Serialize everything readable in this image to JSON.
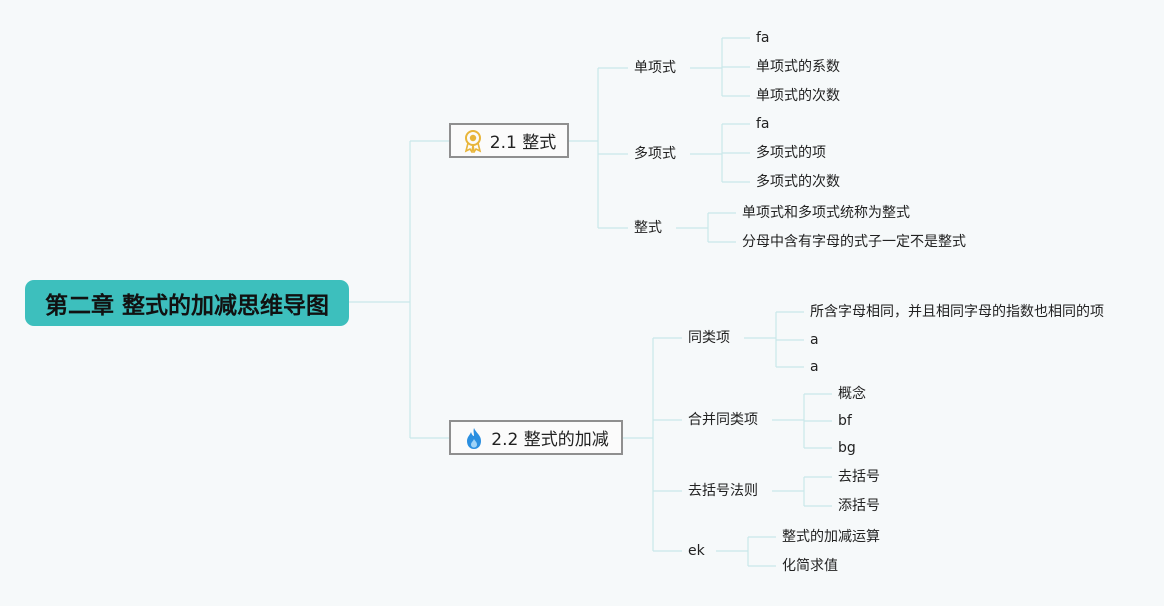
{
  "root": {
    "title": "第二章 整式的加减思维导图"
  },
  "branch1": {
    "title": "2.1 整式",
    "icon": "award-medal-icon",
    "sub1": {
      "label": "单项式",
      "leaves": [
        "fa",
        "单项式的系数",
        "单项式的次数"
      ]
    },
    "sub2": {
      "label": "多项式",
      "leaves": [
        "fa",
        "多项式的项",
        "多项式的次数"
      ]
    },
    "sub3": {
      "label": "整式",
      "leaves": [
        "单项式和多项式统称为整式",
        "分母中含有字母的式子一定不是整式"
      ]
    }
  },
  "branch2": {
    "title": "2.2 整式的加减",
    "icon": "flame-icon",
    "sub1": {
      "label": "同类项",
      "leaves": [
        "所含字母相同，并且相同字母的指数也相同的项",
        "a",
        "a"
      ]
    },
    "sub2": {
      "label": "合并同类项",
      "leaves": [
        "概念",
        "bf",
        "bg"
      ]
    },
    "sub3": {
      "label": "去括号法则",
      "leaves": [
        "去括号",
        "添括号"
      ]
    },
    "sub4": {
      "label": "ek",
      "leaves": [
        "整式的加减运算",
        "化简求值"
      ]
    }
  },
  "colors": {
    "root_fill": "#3dbfbd",
    "connector": "#c9e8ea",
    "node_border": "#8f8f8f",
    "medal": "#e8b53a",
    "flame": "#2b8fe0"
  }
}
